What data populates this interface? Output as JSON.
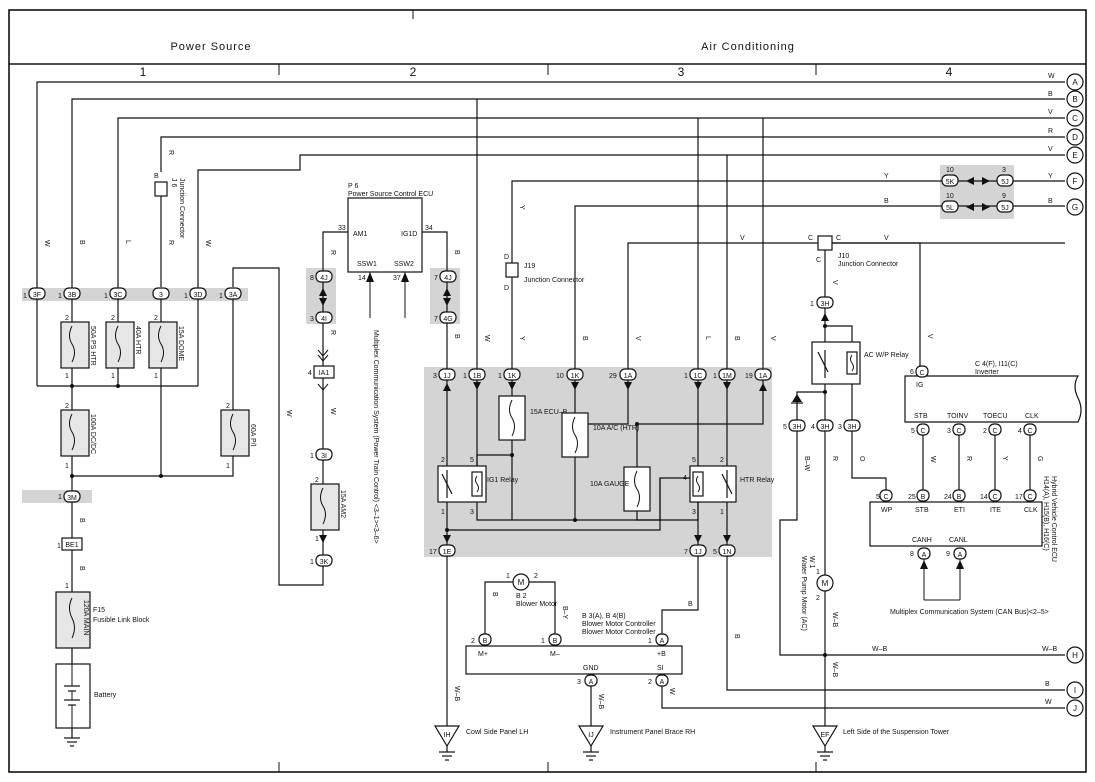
{
  "sections": {
    "power_source": "Power Source",
    "air_conditioning": "Air Conditioning"
  },
  "columns": [
    "1",
    "2",
    "3",
    "4"
  ],
  "outputs": [
    {
      "id": "A",
      "color": "W"
    },
    {
      "id": "B",
      "color": "B"
    },
    {
      "id": "C",
      "color": "V"
    },
    {
      "id": "D",
      "color": "R"
    },
    {
      "id": "E",
      "color": "V"
    },
    {
      "id": "F",
      "color": "Y"
    },
    {
      "id": "G",
      "color": "B"
    },
    {
      "id": "H",
      "color": "W–B"
    },
    {
      "id": "I",
      "color": "B"
    },
    {
      "id": "J",
      "color": "W"
    }
  ],
  "wire_colors": {
    "w": "W",
    "b": "B",
    "l": "L",
    "r": "R",
    "v": "V",
    "y": "Y",
    "bw": "B–W",
    "wb": "W–B",
    "by": "B–Y",
    "g": "G",
    "o": "O"
  },
  "fuses": {
    "ps_htr": "50A PS HTR",
    "htr40": "40A HTR",
    "dome": "15A DOME",
    "dcdc": "100A DC/DC",
    "pi": "60A P/I",
    "am2": "15A AM2",
    "main": "120A MAIN",
    "ecub": "15A ECU–B",
    "ac": "10A A/C (HTR)",
    "gauge": "10A GAUGE"
  },
  "connectors": {
    "c3f": "3F",
    "c3b": "3B",
    "c3c": "3C",
    "c3": "3",
    "c3d": "3D",
    "c3a": "3A",
    "c3m": "3M",
    "be1": "BE1",
    "c4j": "4J",
    "c4i": "4I",
    "ia1": "IA1",
    "c3i": "3I",
    "c3k": "3K",
    "c4g": "4G",
    "c1j": "1J",
    "c1b": "1B",
    "c1k": "1K",
    "c1k2": "1K",
    "c1a": "1A",
    "c1c": "1C",
    "c1m": "1M",
    "c1a2": "1A",
    "c1e": "1E",
    "c1j2": "1J",
    "c1n": "1N",
    "c5k": "5K",
    "c5j": "5J",
    "c5l": "5L",
    "c5j2": "5J",
    "c3h": "3H",
    "cB": "B",
    "cC": "C",
    "cA": "A"
  },
  "pin_numbers": {
    "one": "1",
    "two": "2",
    "three": "3",
    "four": "4",
    "five": "5",
    "six": "6",
    "seven": "7",
    "eight": "8",
    "nine": "9",
    "ten": "10",
    "fourteen": "14",
    "seventeen": "17",
    "nineteen": "19",
    "twentyfour": "24",
    "twentyfive": "25",
    "twentynine": "29",
    "thirtythree": "33",
    "thirtyfour": "34",
    "thirtyseven": "37"
  },
  "j6": {
    "name": "J 6",
    "desc": "Junction Connector",
    "pin": "B"
  },
  "p6": {
    "name": "P 6",
    "desc": "Power Source Control ECU",
    "am1": "AM1",
    "ig1d": "IG1D",
    "ssw1": "SSW1",
    "ssw2": "SSW2",
    "p33": "33",
    "p34": "34",
    "p14": "14",
    "p37": "37"
  },
  "multiplex_ptc": "Multiplex Communication System (Power Train Control) <3–1><3–6>",
  "j19": {
    "name": "J19",
    "desc": "Junction Connector",
    "pin": "D"
  },
  "j10": {
    "name": "J10",
    "desc": "Junction Connector",
    "pin": "C"
  },
  "relays": {
    "ig1": "IG1 Relay",
    "htr": "HTR Relay",
    "acwp": "AC W/P Relay"
  },
  "inverter": {
    "name": "C 4(F), I11(C)",
    "desc": "Inverter",
    "ig": "IG",
    "stb": "STB",
    "toinv": "TOINV",
    "toecu": "TOECU",
    "clk": "CLK"
  },
  "hv_ecu": {
    "name": "H14(A), H15(B), H16(C)",
    "desc": "Hybrid Vehicle Control ECU",
    "wp": "WP",
    "stb": "STB",
    "eti": "ETI",
    "ite": "ITE",
    "clk": "CLK",
    "canh": "CANH",
    "canl": "CANL"
  },
  "multiplex_can": "Multiplex Communication System (CAN Bus)<2–5>",
  "blower_motor": {
    "name": "B 2",
    "desc": "Blower Motor"
  },
  "blower_ctrl": {
    "name": "B 3(A), B 4(B)",
    "desc": "Blower Motor Controller",
    "m_plus": "M+",
    "m_minus": "M–",
    "plus_b": "+B",
    "gnd": "GND",
    "si": "SI"
  },
  "water_pump": {
    "name": "W 1",
    "desc": "Water Pump Motor (AC)"
  },
  "fusible_link": {
    "name": "F15",
    "desc": "Fusible Link Block"
  },
  "battery": "Battery",
  "grounds": [
    {
      "id": "IH",
      "label": "Cowl Side Panel LH"
    },
    {
      "id": "IJ",
      "label": "Instrument Panel Brace RH"
    },
    {
      "id": "EF",
      "label": "Left Side of the Suspension Tower"
    }
  ],
  "motor_symbol": "M"
}
